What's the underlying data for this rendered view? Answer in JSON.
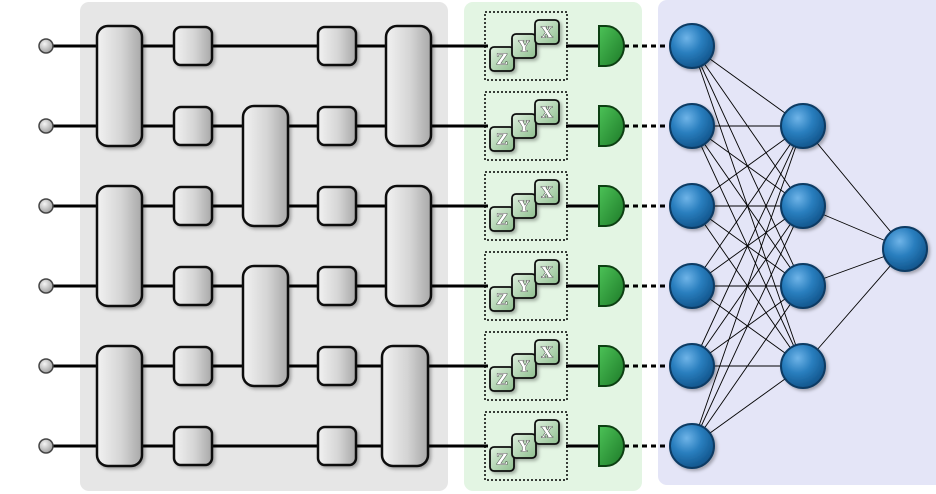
{
  "qubit_count": 6,
  "measurement_bases": [
    "Z",
    "Y",
    "X"
  ],
  "colors": {
    "circuit_panel": "#e6e6e6",
    "measurement_panel": "#e3f5e3",
    "network_panel": "#e4e5f7",
    "gate_fill": "#d0d0d0",
    "basis_gate_fill": "#b9d9b9",
    "detector_fill": "#2e9a3a",
    "neuron_fill": "#2a7fbf",
    "wire": "#000000"
  },
  "network": {
    "layers": [
      6,
      4,
      1
    ],
    "node_shape": "sphere"
  }
}
